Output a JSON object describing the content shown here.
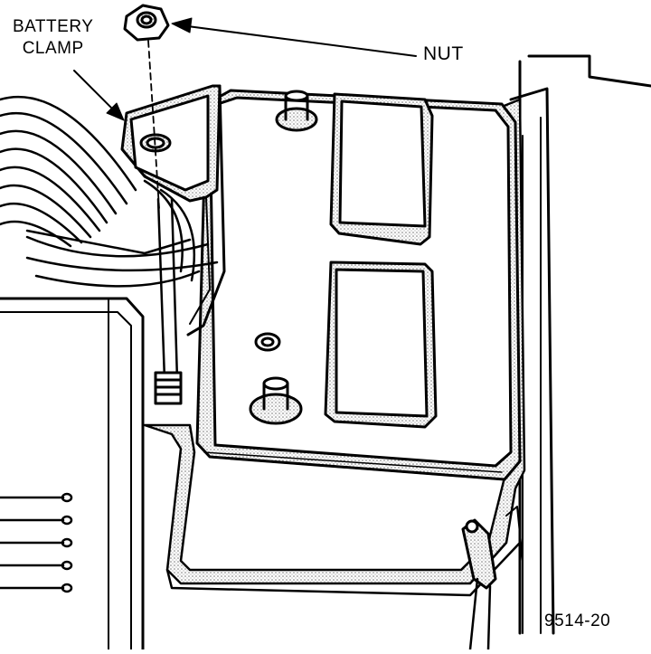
{
  "labels": {
    "battery_clamp_line1": "BATTERY",
    "battery_clamp_line2": "CLAMP",
    "nut": "NUT",
    "figure_number": "9514-20"
  },
  "colors": {
    "ink": "#000000",
    "paper": "#ffffff",
    "stipple": "#9a9a9a"
  }
}
